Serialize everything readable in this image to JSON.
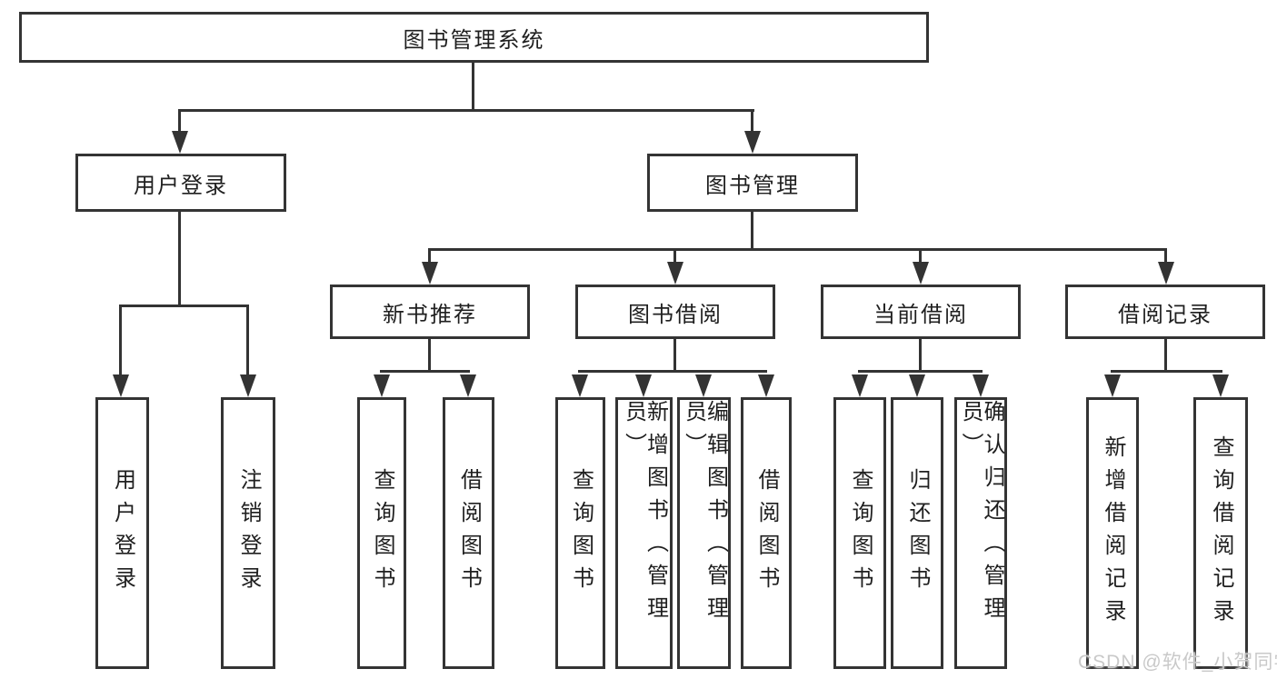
{
  "diagram": {
    "type": "hierarchy-tree",
    "colors": {
      "line": "#333333",
      "border": "#343434",
      "text": "#1f1f1f",
      "background": "#ffffff",
      "watermark_text_color": "#c9c9c9"
    },
    "tree": {
      "root": {
        "label": "图书管理系统",
        "children": [
          {
            "label": "用户登录",
            "children": [
              {
                "label": "用户登录"
              },
              {
                "label": "注销登录"
              }
            ]
          },
          {
            "label": "图书管理",
            "children": [
              {
                "label": "新书推荐",
                "children": [
                  {
                    "label": "查询图书"
                  },
                  {
                    "label": "借阅图书"
                  }
                ]
              },
              {
                "label": "图书借阅",
                "children": [
                  {
                    "label": "查询图书"
                  },
                  {
                    "label": "新增图书（管理员）"
                  },
                  {
                    "label": "编辑图书（管理员）"
                  },
                  {
                    "label": "借阅图书"
                  }
                ]
              },
              {
                "label": "当前借阅",
                "children": [
                  {
                    "label": "查询图书"
                  },
                  {
                    "label": "归还图书"
                  },
                  {
                    "label": "确认归还（管理员）"
                  }
                ]
              },
              {
                "label": "借阅记录",
                "children": [
                  {
                    "label": "新增借阅记录"
                  },
                  {
                    "label": "查询借阅记录"
                  }
                ]
              }
            ]
          }
        ]
      }
    },
    "watermark": {
      "text": "CSDN @软件_小贺同学"
    }
  }
}
